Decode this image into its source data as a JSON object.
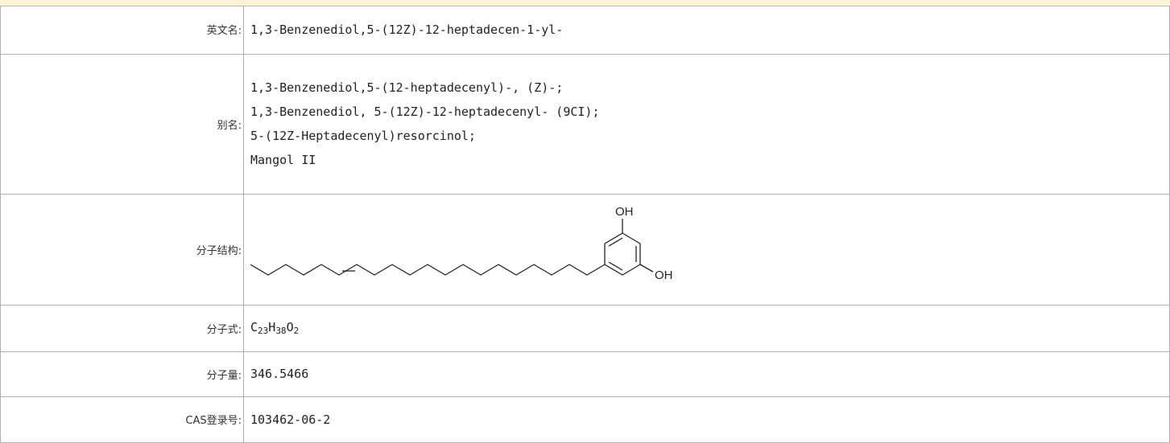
{
  "rows": {
    "english_name": {
      "label": "英文名:",
      "value": "1,3-Benzenediol,5-(12Z)-12-heptadecen-1-yl-"
    },
    "alias": {
      "label": "别名:",
      "values": [
        "1,3-Benzenediol,5-(12-heptadecenyl)-, (Z)-;",
        "1,3-Benzenediol, 5-(12Z)-12-heptadecenyl- (9CI);",
        "5-(12Z-Heptadecenyl)resorcinol;",
        "Mangol II"
      ]
    },
    "structure": {
      "label": "分子结构:",
      "oh_top": "OH",
      "oh_bottom": "OH"
    },
    "formula": {
      "label": "分子式:",
      "parts": [
        {
          "el": "C",
          "n": "23"
        },
        {
          "el": "H",
          "n": "38"
        },
        {
          "el": "O",
          "n": "2"
        }
      ]
    },
    "weight": {
      "label": "分子量:",
      "value": "346.5466"
    },
    "cas": {
      "label": "CAS登录号:",
      "value": "103462-06-2"
    }
  },
  "colors": {
    "top_band": "#fdf3d6",
    "border": "#b0b0b0"
  }
}
